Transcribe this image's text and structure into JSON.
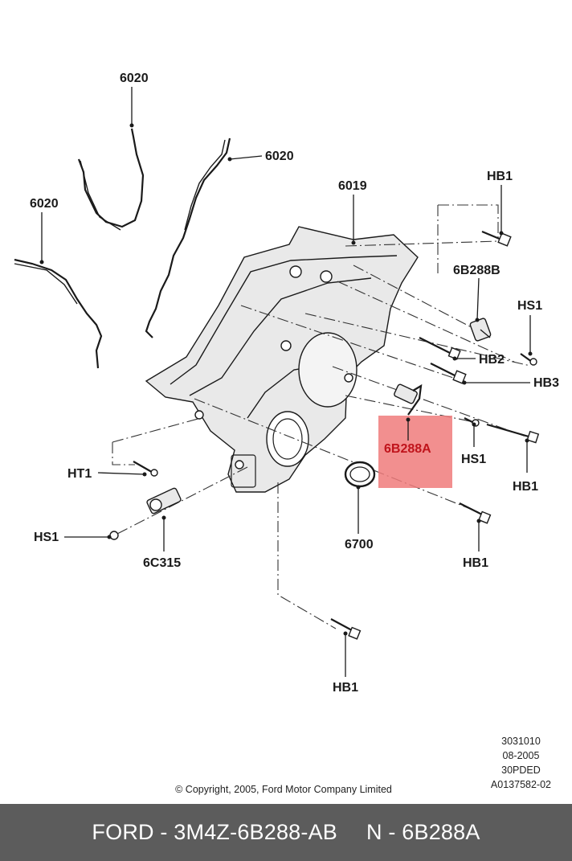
{
  "labels": {
    "c6020_top": "6020",
    "c6020_right": "6020",
    "c6020_left": "6020",
    "c6019": "6019",
    "hb1_top": "HB1",
    "c6b288b": "6B288B",
    "hs1_right": "HS1",
    "hb2": "HB2",
    "hb3": "HB3",
    "c6b288a": "6B288A",
    "hs1_mid": "HS1",
    "hb1_right": "HB1",
    "ht1": "HT1",
    "hs1_left": "HS1",
    "c6c315": "6C315",
    "c6700": "6700",
    "hb1_mid": "HB1",
    "hb1_bottom": "HB1"
  },
  "meta": {
    "code": "3031010",
    "date": "08-2005",
    "model": "30PDED",
    "ref": "A0137582-02"
  },
  "copyright": "© Copyright, 2005, Ford Motor Company Limited",
  "footer": {
    "part_number": "FORD - 3M4Z-6B288-AB",
    "part_code": "N - 6B288A"
  },
  "colors": {
    "highlight": "#f07b7b",
    "highlight_text": "#c0141c",
    "footer_bg": "#5c5c5c"
  }
}
